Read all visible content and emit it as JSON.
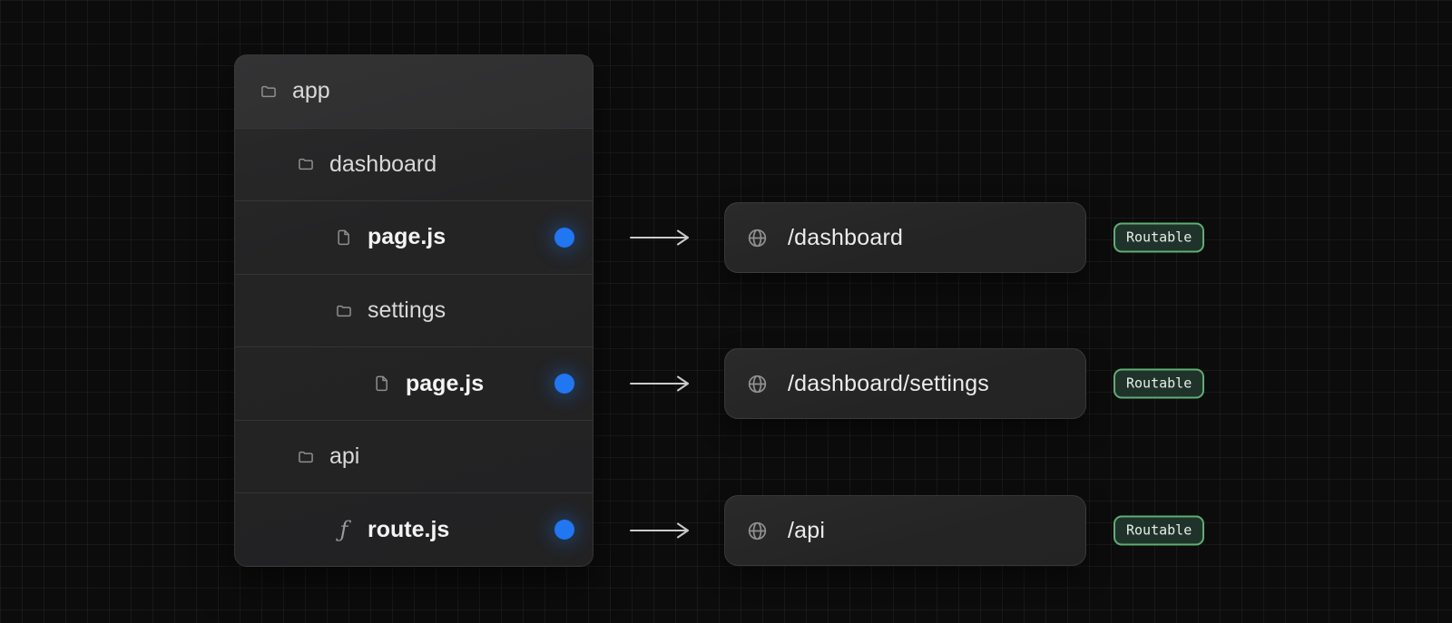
{
  "diagram_title": "app-router-file-tree-to-routes",
  "tree": {
    "rows": [
      {
        "label": "app",
        "type": "folder",
        "level": 0
      },
      {
        "label": "dashboard",
        "type": "folder",
        "level": 1
      },
      {
        "label": "page.js",
        "type": "file",
        "level": 2,
        "has_route_dot": true
      },
      {
        "label": "settings",
        "type": "folder",
        "level": 2
      },
      {
        "label": "page.js",
        "type": "file",
        "level": 3,
        "has_route_dot": true
      },
      {
        "label": "api",
        "type": "folder",
        "level": 1
      },
      {
        "label": "route.js",
        "type": "function",
        "level": 2,
        "has_route_dot": true
      }
    ],
    "function_glyph": "ƒ"
  },
  "routes": [
    {
      "path": "/dashboard",
      "badge": "Routable"
    },
    {
      "path": "/dashboard/settings",
      "badge": "Routable"
    },
    {
      "path": "/api",
      "badge": "Routable"
    }
  ],
  "colors": {
    "background": "#0c0c0d",
    "grid_line": "rgba(255,255,255,0.05)",
    "panel_bg": "#242425",
    "route_dot_blue": "#2176f2",
    "badge_green_border": "#5fae74",
    "badge_green_bg": "#20332a",
    "arrow_gray": "#cbcbcb"
  },
  "icons": {
    "folder": "folder-icon",
    "file": "file-icon",
    "function": "function-icon",
    "globe": "globe-icon",
    "arrow": "arrow-right-icon"
  }
}
